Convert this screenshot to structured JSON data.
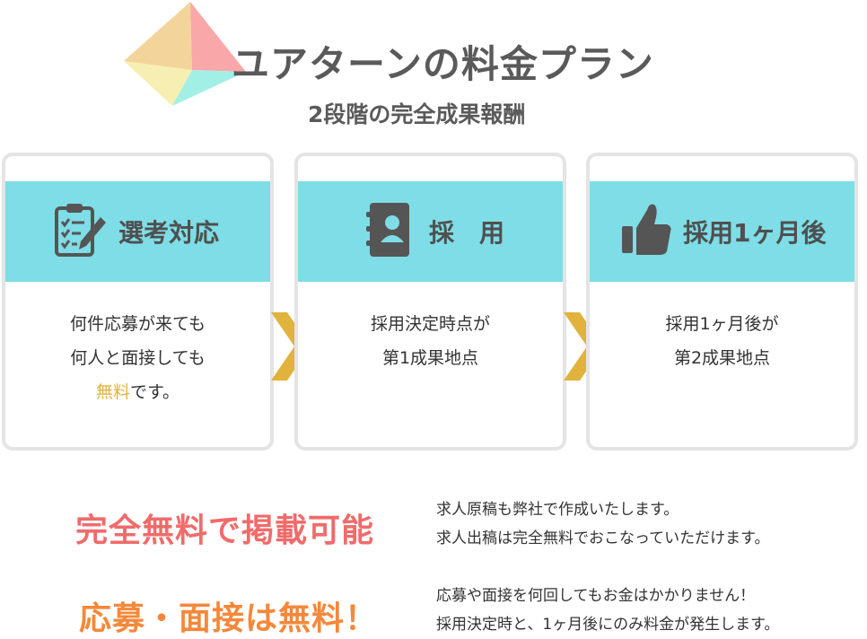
{
  "header": {
    "title": "ユアターンの料金プラン",
    "subtitle": "2段階の完全成果報酬"
  },
  "steps": [
    {
      "label": "選考対応",
      "icon": "clipboard-check-icon",
      "body_lines": [
        "何件応募が来ても",
        "何人と面接しても"
      ],
      "body_highlight": "無料",
      "body_tail": "です。"
    },
    {
      "label": "採　用",
      "icon": "contact-book-icon",
      "body_lines": [
        "採用決定時点が",
        "第1成果地点"
      ]
    },
    {
      "label": "採用1ヶ月後",
      "icon": "thumbs-up-icon",
      "body_lines": [
        "採用1ヶ月後が",
        "第2成果地点"
      ]
    }
  ],
  "features": [
    {
      "title": "完全無料で掲載可能",
      "desc_lines": [
        "求人原稿も弊社で作成いたします。",
        "求人出稿は完全無料でおこなっていただけます。"
      ]
    },
    {
      "title": "応募・面接は無料！",
      "desc_lines": [
        "応募や面接を何回してもお金はかかりません！",
        "採用決定時と、1ヶ月後にのみ料金が発生します。"
      ]
    }
  ],
  "colors": {
    "header_band": "#7edde6",
    "arrow": "#e1b33d",
    "highlight": "#e1b33d",
    "feature1_title": "#f06b6b",
    "feature2_title": "#f5883a",
    "title_text": "#5a5a5a",
    "card_border": "#e4e4e4"
  }
}
